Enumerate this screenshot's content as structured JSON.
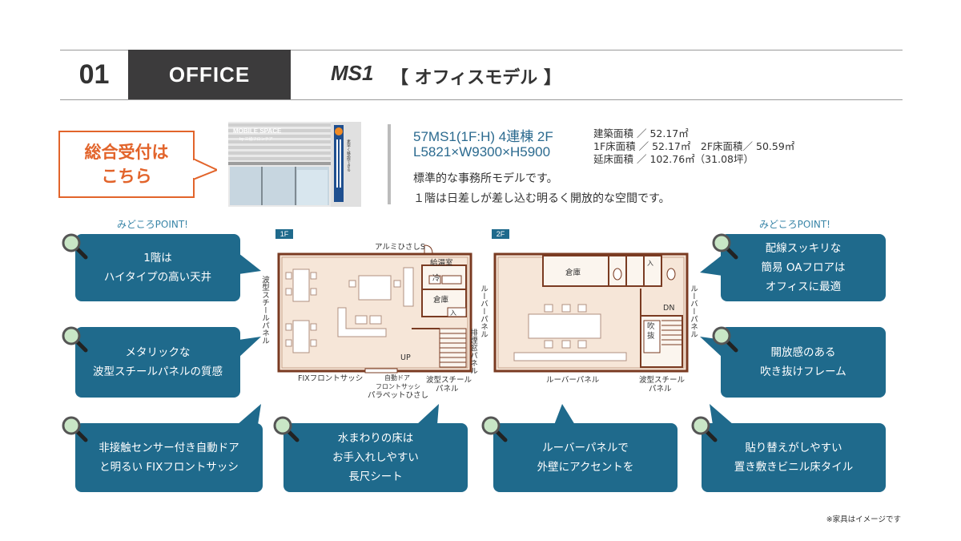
{
  "header": {
    "number": "01",
    "category": "OFFICE",
    "model": "MS1",
    "subtitle": "【 オフィスモデル 】"
  },
  "reception": {
    "line1": "総合受付は",
    "line2": "こちら"
  },
  "photo": {
    "sign_text": "MOBILE SPACE",
    "sign_sub": "by 三協フロンテア",
    "banner_text": "素早く移設できる"
  },
  "spec": {
    "title": "57MS1(1F:H) 4連棟 2F",
    "dimensions": "L5821×W9300×H5900",
    "area_building": "建築面積 ／ 52.17㎡",
    "area_floor": "1F床面積 ／ 52.17㎡　2F床面積／ 50.59㎡",
    "area_total": "延床面積 ／ 102.76㎡（31.08坪）",
    "desc1": "標準的な事務所モデルです。",
    "desc2": "１階は日差しが差し込む明るく開放的な空間です。"
  },
  "points": {
    "left_label": "みどころPOINT!",
    "right_label": "みどころPOINT!",
    "items": [
      {
        "lines": [
          "1階は",
          "ハイタイプの高い天井"
        ]
      },
      {
        "lines": [
          "メタリックな",
          "波型スチールパネルの質感"
        ]
      },
      {
        "lines": [
          "非接触センサー付き自動ドア",
          "と明るい FIXフロントサッシ"
        ]
      },
      {
        "lines": [
          "水まわりの床は",
          "お手入れしやすい",
          "長尺シート"
        ]
      },
      {
        "lines": [
          "ルーバーパネルで",
          "外壁にアクセントを"
        ]
      },
      {
        "lines": [
          "貼り替えがしやすい",
          "置き敷きビニル床タイル"
        ]
      },
      {
        "lines": [
          "配線スッキリな",
          "簡易 OAフロアは",
          "オフィスに最適"
        ]
      },
      {
        "lines": [
          "開放感のある",
          "吹き抜けフレーム"
        ]
      }
    ]
  },
  "plan_1f": {
    "tag": "1F",
    "eave": "アルミひさしS",
    "kyutoshitsu": "給湯室",
    "rei": "冷",
    "souko": "倉庫",
    "nyu": "入",
    "up": "UP",
    "left_side": "波型スチールパネル",
    "right_side": "排煙窓パネル",
    "fix_sash": "FIXフロントサッシ",
    "auto_door_1": "自動ドア",
    "auto_door_2": "フロントサッシ",
    "parapet": "パラペットひさし",
    "wave_panel_1": "波型スチール",
    "wave_panel_2": "パネル"
  },
  "plan_2f": {
    "tag": "2F",
    "souko": "倉庫",
    "nyu": "入",
    "dn": "DN",
    "fukinuke_1": "吹",
    "fukinuke_2": "抜",
    "left_side": "ルーバーパネル",
    "right_side": "ルーバーパネル",
    "louver_bottom": "ルーバーパネル",
    "wave_panel_1": "波型スチール",
    "wave_panel_2": "パネル"
  },
  "note": "※家具はイメージです",
  "colors": {
    "accent_blue": "#1f6a8c",
    "accent_orange": "#e2642b",
    "header_dark": "#3c3b3c",
    "wall": "#7a3b22",
    "floor": "#f6e6d8"
  }
}
